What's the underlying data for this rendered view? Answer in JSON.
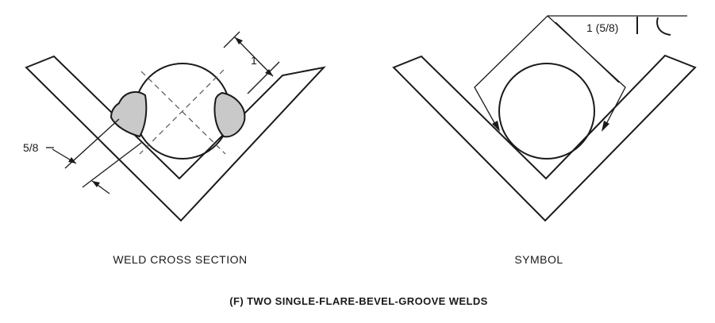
{
  "cross_section": {
    "dim_throat": "1",
    "dim_size": "5/8",
    "label": "WELD CROSS SECTION"
  },
  "symbol": {
    "dim_text": "1 (5/8)",
    "label": "SYMBOL"
  },
  "caption": "(F) TWO SINGLE-FLARE-BEVEL-GROOVE WELDS"
}
